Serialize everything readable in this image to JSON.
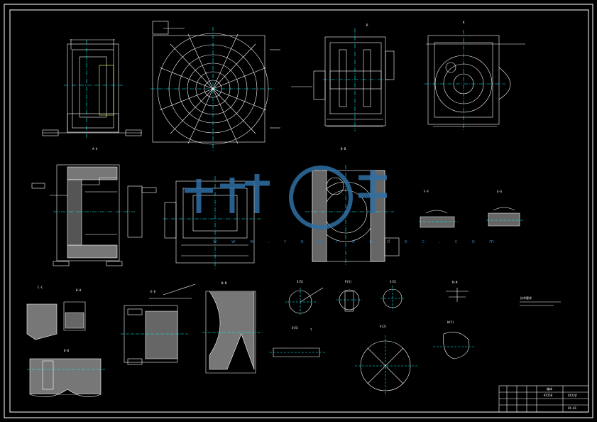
{
  "drawing": {
    "section_labels": {
      "aa": "A-A",
      "bb": "B-B",
      "k": "K",
      "cc": "C-C",
      "hh": "H-H",
      "ee": "E-E",
      "nn": "N-N",
      "dd": "D-D",
      "ff": "F-F",
      "gg": "G-G",
      "mm": "M-M",
      "x": "X(5)",
      "p": "P(5)",
      "s": "S(5)",
      "u": "U(5)",
      "v": "V(2)",
      "w": "W(5)",
      "t": "T",
      "r": "R"
    },
    "tech_notes_title": "技术要求",
    "title_block": {
      "part_name": "箱体",
      "material": "HT250",
      "company": "XX大学",
      "drawing_no": "XX-01"
    }
  },
  "watermark": {
    "text": "人人文库",
    "url_text": "w w w . r e n r e n d o c . c o m",
    "color": "#2f6fa3"
  }
}
